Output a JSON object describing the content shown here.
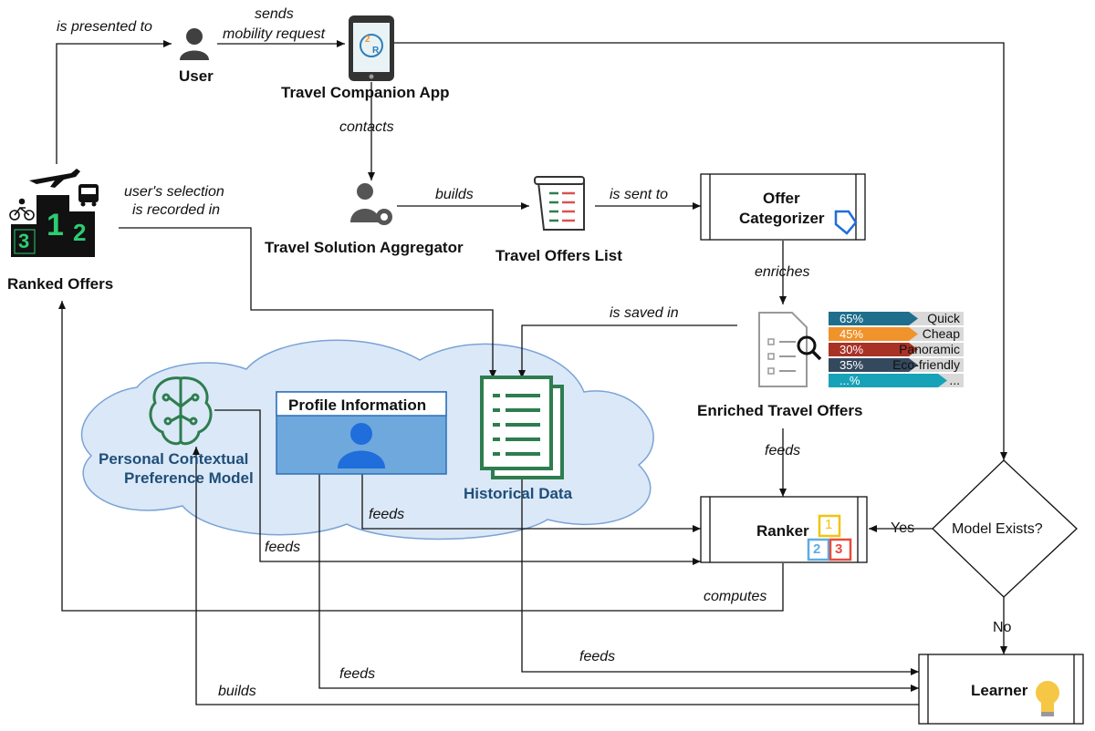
{
  "nodes": {
    "user": "User",
    "app": "Travel Companion App",
    "aggregator": "Travel Solution Aggregator",
    "offers_list": "Travel Offers List",
    "categorizer_line1": "Offer",
    "categorizer_line2": "Categorizer",
    "enriched": "Enriched Travel Offers",
    "ranked": "Ranked Offers",
    "ranker": "Ranker",
    "decision": "Model Exists?",
    "learner": "Learner",
    "pcpm_line1": "Personal Contextual",
    "pcpm_line2": "Preference Model",
    "profile": "Profile Information",
    "historical": "Historical Data"
  },
  "edges": {
    "is_presented_to": "is presented to",
    "sends_1": "sends",
    "sends_2": "mobility request",
    "contacts": "contacts",
    "builds": "builds",
    "is_sent_to": "is sent to",
    "enriches": "enriches",
    "is_saved_in": "is saved in",
    "selection_1": "user's selection",
    "selection_2": "is recorded in",
    "feeds_enriched": "feeds",
    "feeds_profile": "feeds",
    "feeds_pcpm": "feeds",
    "computes": "computes",
    "yes": "Yes",
    "no": "No",
    "feeds_hist": "feeds",
    "feeds_prof_learner": "feeds",
    "builds_learner": "builds"
  },
  "tags": [
    {
      "pct": "65%",
      "label": "Quick",
      "color": "#1f6e8c"
    },
    {
      "pct": "45%",
      "label": "Cheap",
      "color": "#f0932b"
    },
    {
      "pct": "30%",
      "label": "Panoramic",
      "color": "#a93226"
    },
    {
      "pct": "35%",
      "label": "Eco-friendly",
      "color": "#34495e"
    },
    {
      "pct": "...%",
      "label": "...",
      "color": "#17a2b8"
    }
  ],
  "podium": [
    "3",
    "1",
    "2"
  ],
  "ranker_blocks": [
    "1",
    "2",
    "3"
  ],
  "colors": {
    "cloud": "#dbe8f7",
    "cloud_stroke": "#7aa3d6",
    "green": "#2e7d4f",
    "profile_fill": "#6fa8dc",
    "profile_header": "#dbe9f7"
  }
}
